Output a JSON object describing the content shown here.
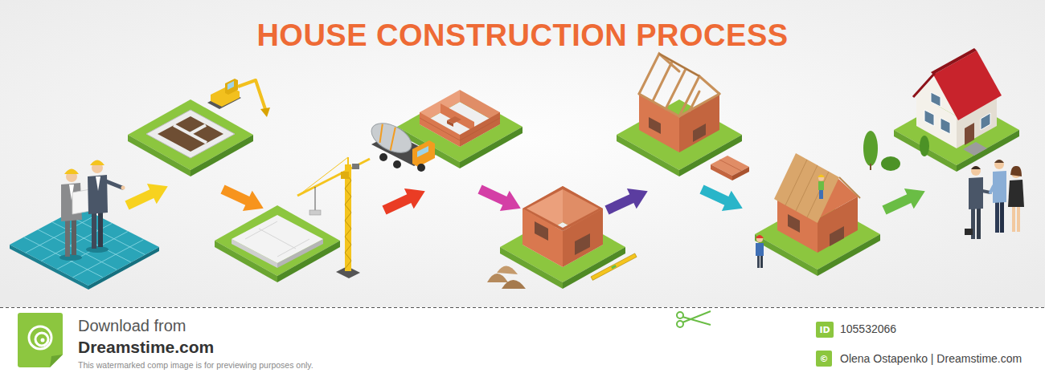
{
  "diagram": {
    "title": "HOUSE CONSTRUCTION PROCESS",
    "nodes": [
      {
        "text": [
          "ID"
        ]
      },
      {
        "text": [
          "©"
        ]
      }
    ],
    "labels": [
      "Download from",
      "Dreamstime.com",
      "This watermarked comp image is for previewing purposes only.",
      "105532066",
      "Olena Ostapenko | Dreamstime.com"
    ]
  }
}
